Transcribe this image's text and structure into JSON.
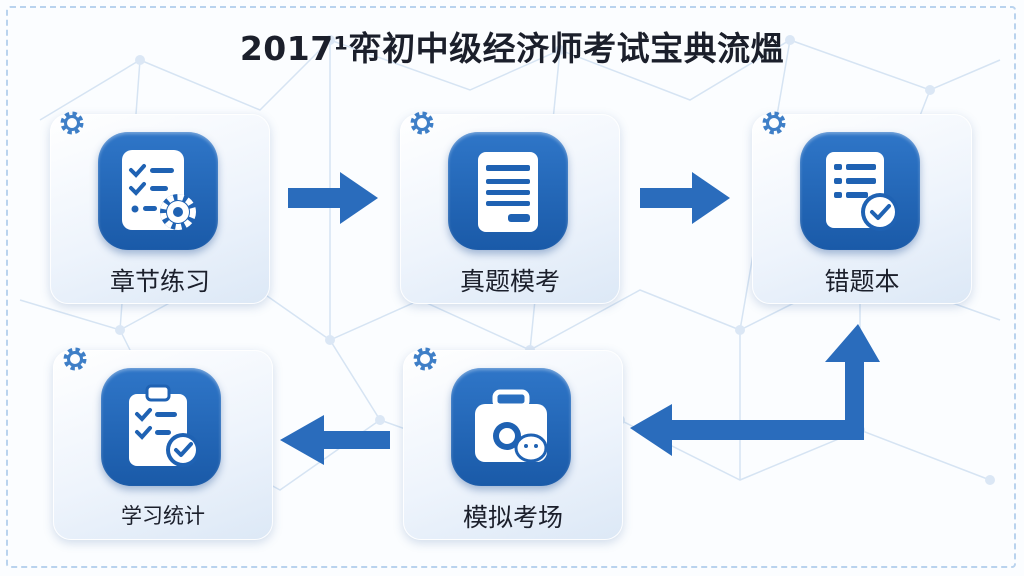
{
  "title": "2017¹帟初中级经济师考试宝典流熅",
  "steps": [
    {
      "label": "章节练习",
      "icon": "checklist-gear-icon"
    },
    {
      "label": "真题模考",
      "icon": "document-icon"
    },
    {
      "label": "错题本",
      "icon": "list-check-icon"
    },
    {
      "label": "模拟考场",
      "icon": "briefcase-icon"
    },
    {
      "label": "学习统计",
      "icon": "clipboard-check-icon"
    }
  ],
  "colors": {
    "accent": "#1f62b3",
    "tile": "#2868b8",
    "arrow": "#2a6cbc",
    "text": "#1b1f2b"
  }
}
